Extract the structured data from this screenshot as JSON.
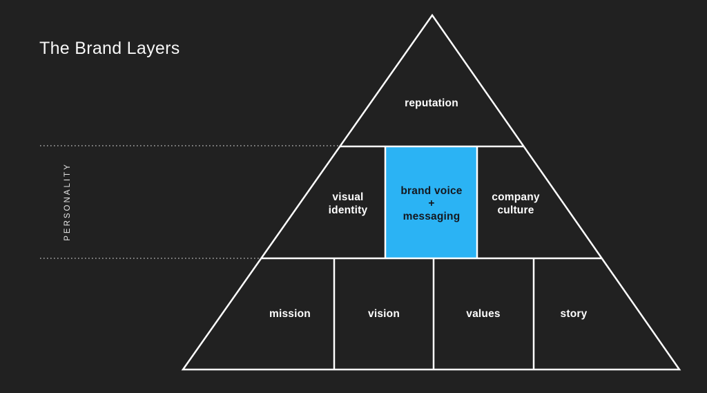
{
  "title": "The Brand Layers",
  "side_label": "PERSONALITY",
  "colors": {
    "background": "#212121",
    "line": "#ffffff",
    "dotted_line": "#c9c9c9",
    "highlight": "#2bb3f4",
    "highlight_text": "#14181f",
    "label_text": "#ffffff"
  },
  "pyramid": {
    "top_layer": {
      "label": "reputation"
    },
    "middle_layer": {
      "cells": [
        {
          "name": "visual identity",
          "lines": [
            "visual",
            "identity"
          ],
          "highlighted": false
        },
        {
          "name": "brand voice + messaging",
          "lines": [
            "brand voice",
            "+",
            "messaging"
          ],
          "highlighted": true
        },
        {
          "name": "company culture",
          "lines": [
            "company",
            "culture"
          ],
          "highlighted": false
        }
      ]
    },
    "bottom_layer": {
      "cells": [
        {
          "label": "mission"
        },
        {
          "label": "vision"
        },
        {
          "label": "values"
        },
        {
          "label": "story"
        }
      ]
    }
  }
}
